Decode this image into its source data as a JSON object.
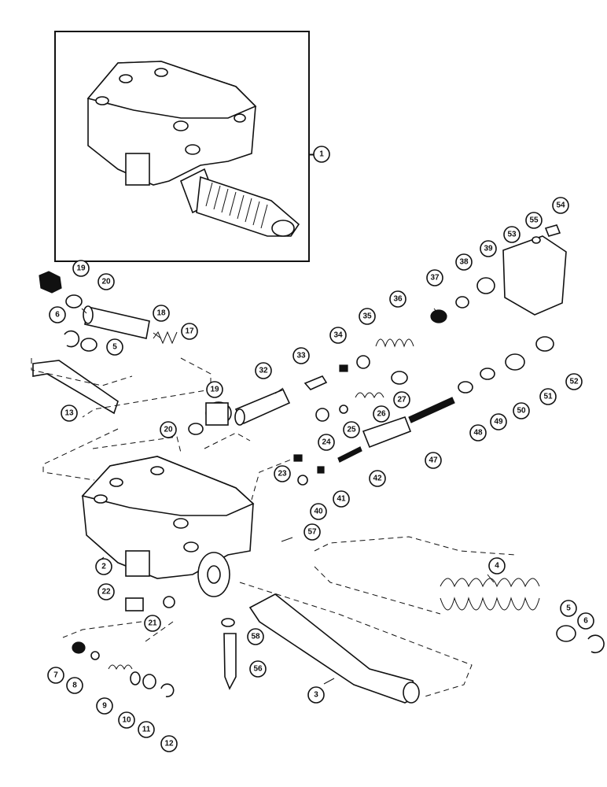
{
  "callouts": [
    {
      "id": "c1",
      "label": "1"
    },
    {
      "id": "c2",
      "label": "2"
    },
    {
      "id": "c3",
      "label": "3"
    },
    {
      "id": "c4",
      "label": "4"
    },
    {
      "id": "c5a",
      "label": "5"
    },
    {
      "id": "c5b",
      "label": "5"
    },
    {
      "id": "c6a",
      "label": "6"
    },
    {
      "id": "c6b",
      "label": "6"
    },
    {
      "id": "c7",
      "label": "7"
    },
    {
      "id": "c8",
      "label": "8"
    },
    {
      "id": "c9",
      "label": "9"
    },
    {
      "id": "c10",
      "label": "10"
    },
    {
      "id": "c11",
      "label": "11"
    },
    {
      "id": "c12",
      "label": "12"
    },
    {
      "id": "c13",
      "label": "13"
    },
    {
      "id": "c17",
      "label": "17"
    },
    {
      "id": "c18",
      "label": "18"
    },
    {
      "id": "c19a",
      "label": "19"
    },
    {
      "id": "c19b",
      "label": "19"
    },
    {
      "id": "c20a",
      "label": "20"
    },
    {
      "id": "c20b",
      "label": "20"
    },
    {
      "id": "c21",
      "label": "21"
    },
    {
      "id": "c22",
      "label": "22"
    },
    {
      "id": "c23",
      "label": "23"
    },
    {
      "id": "c24",
      "label": "24"
    },
    {
      "id": "c25",
      "label": "25"
    },
    {
      "id": "c26",
      "label": "26"
    },
    {
      "id": "c27",
      "label": "27"
    },
    {
      "id": "c32",
      "label": "32"
    },
    {
      "id": "c33",
      "label": "33"
    },
    {
      "id": "c34",
      "label": "34"
    },
    {
      "id": "c35",
      "label": "35"
    },
    {
      "id": "c36",
      "label": "36"
    },
    {
      "id": "c37",
      "label": "37"
    },
    {
      "id": "c38",
      "label": "38"
    },
    {
      "id": "c39",
      "label": "39"
    },
    {
      "id": "c40",
      "label": "40"
    },
    {
      "id": "c41",
      "label": "41"
    },
    {
      "id": "c42",
      "label": "42"
    },
    {
      "id": "c47",
      "label": "47"
    },
    {
      "id": "c48",
      "label": "48"
    },
    {
      "id": "c49",
      "label": "49"
    },
    {
      "id": "c50",
      "label": "50"
    },
    {
      "id": "c51",
      "label": "51"
    },
    {
      "id": "c52",
      "label": "52"
    },
    {
      "id": "c53",
      "label": "53"
    },
    {
      "id": "c54",
      "label": "54"
    },
    {
      "id": "c55",
      "label": "55"
    },
    {
      "id": "c56",
      "label": "56"
    },
    {
      "id": "c57",
      "label": "57"
    },
    {
      "id": "c58",
      "label": "58"
    }
  ]
}
